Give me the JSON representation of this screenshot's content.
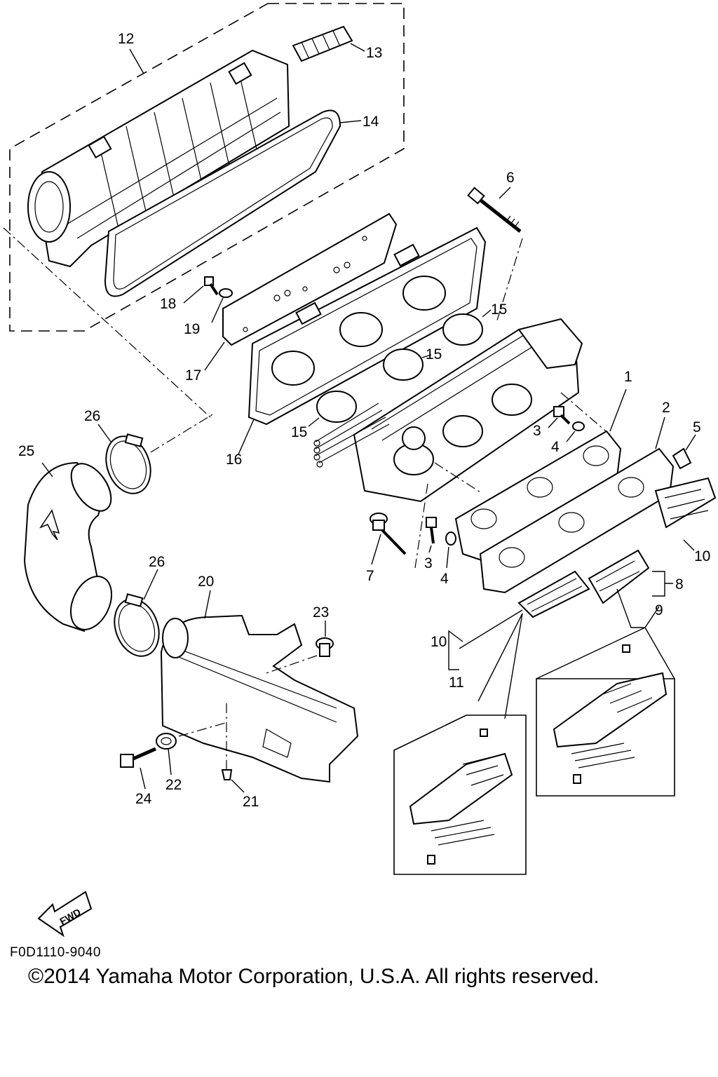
{
  "diagram": {
    "callouts": [
      {
        "id": "c12",
        "text": "12"
      },
      {
        "id": "c13",
        "text": "13"
      },
      {
        "id": "c14",
        "text": "14"
      },
      {
        "id": "c6",
        "text": "6"
      },
      {
        "id": "c18",
        "text": "18"
      },
      {
        "id": "c19",
        "text": "19"
      },
      {
        "id": "c15a",
        "text": "15"
      },
      {
        "id": "c15b",
        "text": "15"
      },
      {
        "id": "c15c",
        "text": "15"
      },
      {
        "id": "c17",
        "text": "17"
      },
      {
        "id": "c1",
        "text": "1"
      },
      {
        "id": "c2",
        "text": "2"
      },
      {
        "id": "c5",
        "text": "5"
      },
      {
        "id": "c3a",
        "text": "3"
      },
      {
        "id": "c4a",
        "text": "4"
      },
      {
        "id": "c26a",
        "text": "26"
      },
      {
        "id": "c25",
        "text": "25"
      },
      {
        "id": "c16",
        "text": "16"
      },
      {
        "id": "c10a",
        "text": "10"
      },
      {
        "id": "c3b",
        "text": "3"
      },
      {
        "id": "c4b",
        "text": "4"
      },
      {
        "id": "c7",
        "text": "7"
      },
      {
        "id": "c26b",
        "text": "26"
      },
      {
        "id": "c20",
        "text": "20"
      },
      {
        "id": "c8",
        "text": "8"
      },
      {
        "id": "c9",
        "text": "9"
      },
      {
        "id": "c23",
        "text": "23"
      },
      {
        "id": "c10b",
        "text": "10"
      },
      {
        "id": "c11",
        "text": "11"
      },
      {
        "id": "c22",
        "text": "22"
      },
      {
        "id": "c24",
        "text": "24"
      },
      {
        "id": "c21",
        "text": "21"
      }
    ],
    "fwd_label": "FWD",
    "drawing_code": "F0D1110-9040",
    "copyright": "©2014 Yamaha Motor Corporation, U.S.A. All rights reserved."
  }
}
